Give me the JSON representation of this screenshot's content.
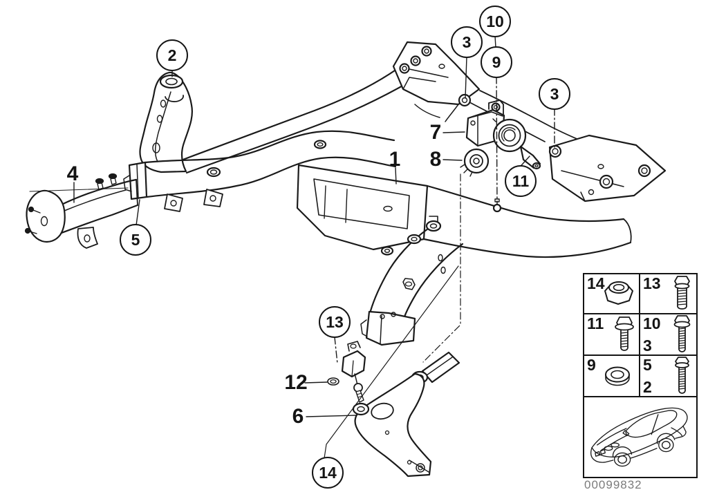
{
  "doc_number": "00099832",
  "callouts": [
    {
      "label": "2",
      "style": "circled"
    },
    {
      "label": "10",
      "style": "circled"
    },
    {
      "label": "3",
      "style": "circled"
    },
    {
      "label": "9",
      "style": "circled"
    },
    {
      "label": "3",
      "style": "circled"
    },
    {
      "label": "7",
      "style": "plain"
    },
    {
      "label": "8",
      "style": "plain"
    },
    {
      "label": "1",
      "style": "plain"
    },
    {
      "label": "11",
      "style": "circled"
    },
    {
      "label": "4",
      "style": "plain"
    },
    {
      "label": "5",
      "style": "circled"
    },
    {
      "label": "13",
      "style": "circled"
    },
    {
      "label": "12",
      "style": "plain"
    },
    {
      "label": "6",
      "style": "plain"
    },
    {
      "label": "14",
      "style": "circled"
    }
  ],
  "legend": {
    "r1c1": {
      "num": "14",
      "icon": "lock-nut"
    },
    "r1c2": {
      "num": "13",
      "icon": "hex-bolt"
    },
    "r2c1": {
      "num": "11",
      "icon": "flange-bolt"
    },
    "r2c2": {
      "num_top": "10",
      "num_bottom": "3",
      "icon": "flange-bolt-long"
    },
    "r3c1": {
      "num": "9",
      "icon": "washer"
    },
    "r3c2": {
      "num_top": "5",
      "num_bottom": "2",
      "icon": "hex-bolt-long"
    }
  },
  "colors": {
    "line": "#1a1a1a",
    "background": "#ffffff",
    "doc_number": "#7b7b7b"
  }
}
